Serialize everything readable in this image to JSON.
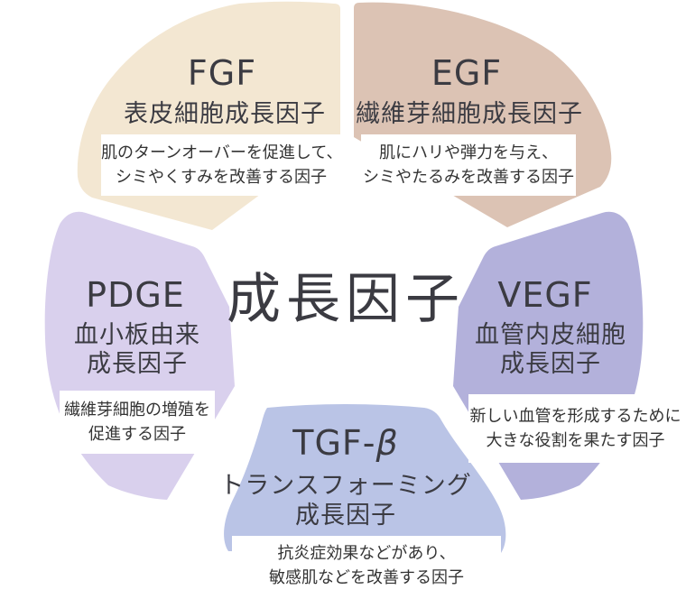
{
  "diagram": {
    "center_title": "成長因子",
    "background_color": "#ffffff",
    "text_color": "#3b3b42",
    "desc_text_color": "#333333"
  },
  "petals": [
    {
      "id": "fgf",
      "title": "FGF",
      "subtitle1": "表皮細胞成長因子",
      "desc1": "肌のターンオーバーを促進して、",
      "desc2": "シミやくすみを改善する因子",
      "color": "#f3e7d2"
    },
    {
      "id": "egf",
      "title": "EGF",
      "subtitle1": "繊維芽細胞成長因子",
      "desc1": "肌にハリや弾力を与え、",
      "desc2": "シミやたるみを改善する因子",
      "color": "#dcc3b4"
    },
    {
      "id": "vegf",
      "title": "VEGF",
      "subtitle1": "血管内皮細胞",
      "subtitle2": "成長因子",
      "desc1": "新しい血管を形成するために",
      "desc2": "大きな役割を果たす因子",
      "color": "#b3b1db"
    },
    {
      "id": "pdge",
      "title": "PDGE",
      "subtitle1": "血小板由来",
      "subtitle2": "成長因子",
      "desc1": "繊維芽細胞の増殖を",
      "desc2": "促進する因子",
      "color": "#d9d0ed"
    },
    {
      "id": "tgf",
      "title_prefix": "TGF-",
      "title_beta": "β",
      "subtitle1": "トランスフォーミング",
      "subtitle2": "成長因子",
      "desc1": "抗炎症効果などがあり、",
      "desc2": "敏感肌などを改善する因子",
      "color": "#bac4e6"
    }
  ]
}
